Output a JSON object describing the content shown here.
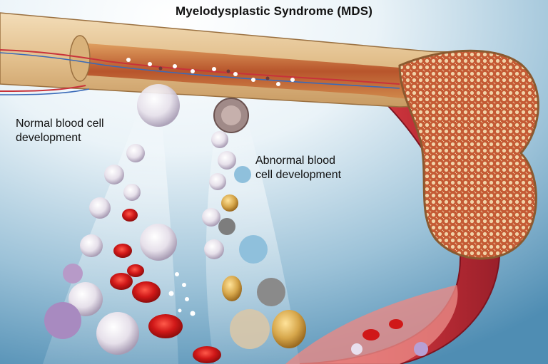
{
  "title": "Myelodysplastic Syndrome (MDS)",
  "labels": {
    "normal": {
      "line1": "Normal blood cell",
      "line2": "development"
    },
    "abnormal": {
      "line1": "Abnormal blood",
      "line2": "cell development"
    }
  },
  "colors": {
    "background_light": "#ffffff",
    "background_blue": "#6fa6c6",
    "bone_shaft": "#e8c99a",
    "bone_marrow": "#c9733d",
    "spongy_bone": "#a2452b",
    "blood_vessel": "#c8323a",
    "red_blood_cell": "#d01818",
    "white_blood_cell": "#e4dde6",
    "abnormal_cell": "#d6a64a"
  },
  "icons": [
    "bone-illustration",
    "bone-marrow-illustration",
    "blood-vessel-illustration",
    "red-blood-cell-icon",
    "white-blood-cell-icon",
    "platelet-icon",
    "abnormal-cell-icon"
  ]
}
